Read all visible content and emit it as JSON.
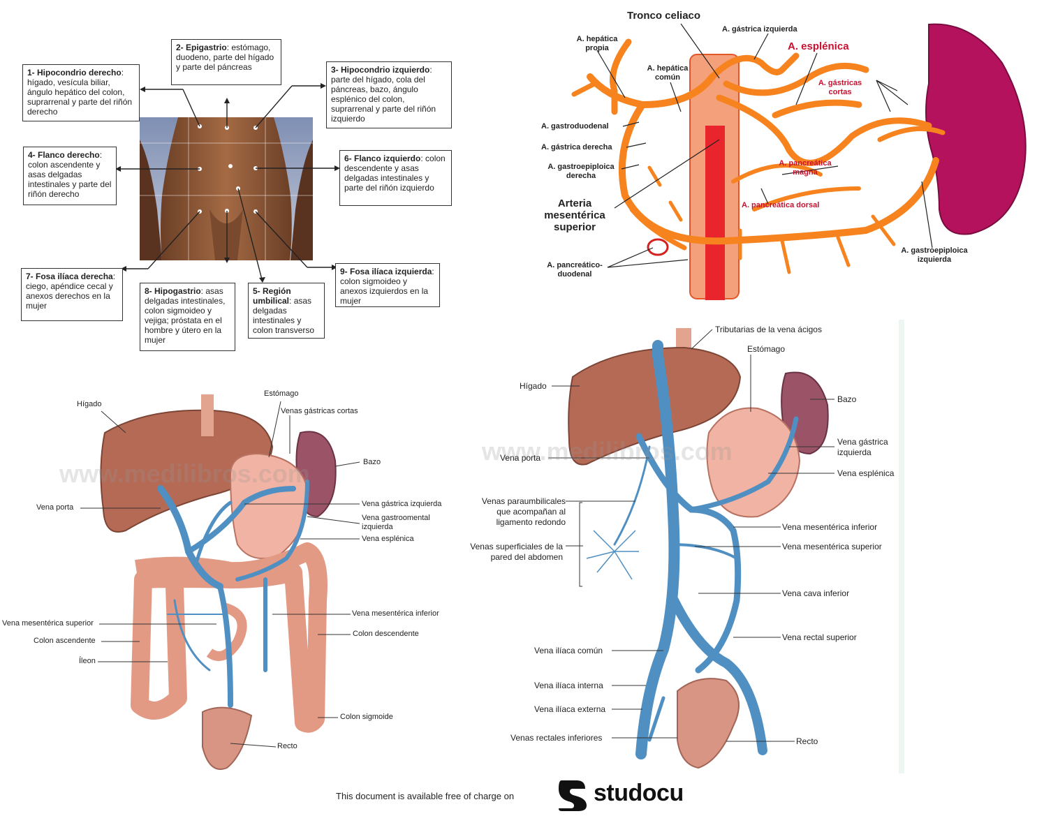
{
  "regions": {
    "r1": {
      "title": "1- Hipocondrio derecho",
      "text": "hígado, vesícula biliar, ángulo hepático del colon, suprarrenal y parte del riñón derecho"
    },
    "r2": {
      "title": "2- Epigastrio",
      "text": "estómago, duodeno, parte del hígado y parte del páncreas"
    },
    "r3": {
      "title": "3- Hipocondrio izquierdo",
      "text": "parte del hígado, cola del páncreas, bazo, ángulo esplénico del colon, suprarrenal y parte del riñón izquierdo"
    },
    "r4": {
      "title": "4- Flanco derecho",
      "text": "colon ascendente y asas delgadas intestinales y parte del riñón derecho"
    },
    "r6": {
      "title": "6- Flanco izquierdo",
      "text": "colon descendente y asas delgadas intestinales y parte del riñón izquierdo"
    },
    "r7": {
      "title": "7- Fosa ilíaca derecha",
      "text": "ciego, apéndice cecal y anexos derechos en la mujer"
    },
    "r8": {
      "title": "8- Hipogastrio",
      "text": "asas delgadas intestinales, colon sigmoideo y vejiga; próstata en el hombre y útero en la mujer"
    },
    "r5": {
      "title": "5- Región umbilical",
      "text": "asas delgadas intestinales y colon transverso"
    },
    "r9": {
      "title": "9- Fosa ilíaca izquierda",
      "text": "colon sigmoideo y anexos izquierdos en la mujer"
    }
  },
  "arteries": {
    "tronco": "Tronco celiaco",
    "gastrica_izq": "A. gástrica izquierda",
    "hepatica_propia": "A. hepática propia",
    "hepatica_comun": "A. hepática común",
    "esplenica": "A. esplénica",
    "gastricas_cortas": "A. gástricas cortas",
    "gastroduodenal": "A. gastroduodenal",
    "gastrica_der": "A. gástrica derecha",
    "gastroepiploica_der": "A. gastroepiploica derecha",
    "pancreatica_magna": "A. pancreática magna",
    "pancreatica_dorsal": "A. pancreática dorsal",
    "mesenterica_sup": "Arteria mesentérica superior",
    "gastroepiploica_izq": "A. gastroepiploica izquierda",
    "pancreatico_duodenal": "A. pancreático-duodenal"
  },
  "portal": {
    "estomago": "Estómago",
    "gastricas_cortas": "Venas gástricas cortas",
    "higado": "Hígado",
    "bazo": "Bazo",
    "vena_porta": "Vena porta",
    "gastrica_izq": "Vena gástrica izquierda",
    "gastroomental": "Vena gastroomental izquierda",
    "esplenica": "Vena esplénica",
    "mesenterica_inf": "Vena mesentérica inferior",
    "mesenterica_sup": "Vena mesentérica superior",
    "colon_asc": "Colon ascendente",
    "colon_desc": "Colon descendente",
    "ileon": "Íleon",
    "colon_sigm": "Colon sigmoide",
    "recto": "Recto",
    "watermark": "www.medilibros.com"
  },
  "caval": {
    "acigos": "Tributarias de la vena ácigos",
    "estomago": "Estómago",
    "higado": "Hígado",
    "bazo": "Bazo",
    "vena_porta": "Vena porta",
    "gastrica_izq": "Vena gástrica izquierda",
    "esplenica": "Vena esplénica",
    "paraumbilicales": "Venas paraumbilicales que acompañan al ligamento redondo",
    "mesenterica_inf": "Vena mesentérica inferior",
    "superficiales": "Venas superficiales de la pared del abdomen",
    "mesenterica_sup": "Vena mesentérica superior",
    "cava_inf": "Vena cava inferior",
    "rectal_sup": "Vena rectal superior",
    "iliaca_comun": "Vena ilíaca común",
    "iliaca_interna": "Vena ilíaca interna",
    "iliaca_externa": "Vena ilíaca externa",
    "rectales_inf": "Venas rectales inferiores",
    "recto": "Recto",
    "watermark": "www.medilibros.com"
  },
  "footer": {
    "text": "This document is available free of charge on",
    "brand": "studocu"
  }
}
